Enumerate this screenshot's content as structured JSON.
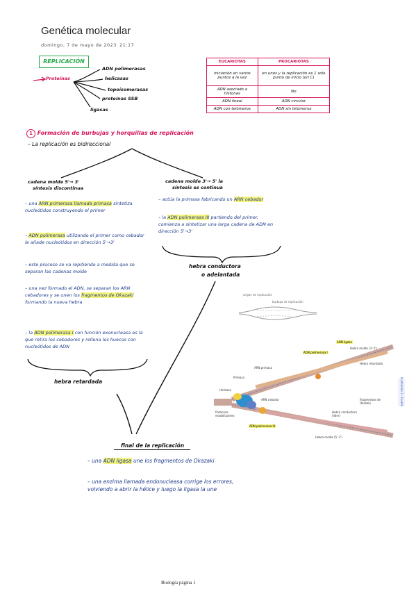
{
  "page": {
    "title": "Genética molecular",
    "date": "domingo, 7 de mayo de 2023",
    "time": "21:17",
    "footer": "Biología página 1"
  },
  "replicacion": {
    "box_label": "REPLICACIÓN",
    "proteinas_label": "Proteínas",
    "proteins": [
      "ADN polimerasas",
      "helicasas",
      "topoisomerasas",
      "proteínas SSB",
      "ligasas"
    ]
  },
  "table": {
    "headers": [
      "EUCARIOTAS",
      "PROCARIOTAS"
    ],
    "rows": [
      [
        "iniciación en varios puntos a la vez",
        "en unos y la replicación es 1 solo punto de inicio (ori C)"
      ],
      [
        "ADN asociado a histonas",
        "No"
      ],
      [
        "ADN lineal",
        "ADN circular"
      ],
      [
        "ADN con telómeros",
        "ADN sin telómeros"
      ]
    ]
  },
  "section1": {
    "number": "1",
    "title": "Formación de burbujas y horquillas de replicación",
    "subtitle": "La replicación es bidireccional",
    "left_branch": {
      "heading_1": "cadena molde 5'→ 3'",
      "heading_2": "síntesis discontinua",
      "bullets": [
        {
          "pre": "una ",
          "hl": "ARN primerasa llamada primasa",
          "post": " sintetiza nucleótidos construyendo el primer"
        },
        {
          "pre": "",
          "hl": "ADN polimerasa",
          "post": " utilizando el primer como cebador le añade nucleótidos en dirección 5'→3'"
        },
        {
          "pre": "este proceso se va repitiendo a medida que se separan las cadenas molde",
          "hl": "",
          "post": ""
        },
        {
          "pre": "una vez formado el ADN, se separan los ARN cebadores y se unen los ",
          "hl": "fragmentos de Okazaki",
          "post": " formando la nueva hebra"
        },
        {
          "pre": "la ",
          "hl": "ADN polimerasa I",
          "post": " con función exonucleasa es la que retira los cebadores y rellena los huecos con nucleótidos de ADN"
        }
      ],
      "result": "hebra retardada"
    },
    "right_branch": {
      "heading_1": "cadena molde 3'→ 5' la",
      "heading_2": "síntesis es continua",
      "bullets": [
        {
          "pre": "actúa la primasa fabricando un ",
          "hl": "ARN cebador",
          "post": ""
        },
        {
          "pre": "la ",
          "hl": "ADN polimerasa III",
          "post": " partiendo del primer, comienza a sintetizar una larga cadena de ADN en dirección 5'→3'"
        }
      ],
      "result_1": "hebra conductora",
      "result_2": "o adelantada"
    },
    "final": {
      "heading": "final de la replicación",
      "bullets": [
        {
          "pre": "una ",
          "hl": "ADN ligasa",
          "post": " une los fragmentos de Okazaki"
        },
        {
          "pre": "una enzima llamada endonucleasa corrige los errores, volviendo a abrir la hélice y luego la ligasa la une",
          "hl": "",
          "post": ""
        }
      ]
    }
  },
  "figure": {
    "bubble_labels": [
      "origen de replicación",
      "burbuja de replicación"
    ],
    "labels": [
      "ADN ligasa",
      "ADN polimerasa I",
      "ARN primasa",
      "Primasa",
      "Helicasa",
      "Proteínas estabilizantes",
      "ADN polimerasa III",
      "ARN cebador",
      "Fragmentos de Okazaki",
      "Hebra molde (3'-5')",
      "Hebra retardada",
      "Hebra conductora (líder)",
      "Hebra molde (5'-3')",
      "Ilustración 3 - Fuente"
    ]
  }
}
